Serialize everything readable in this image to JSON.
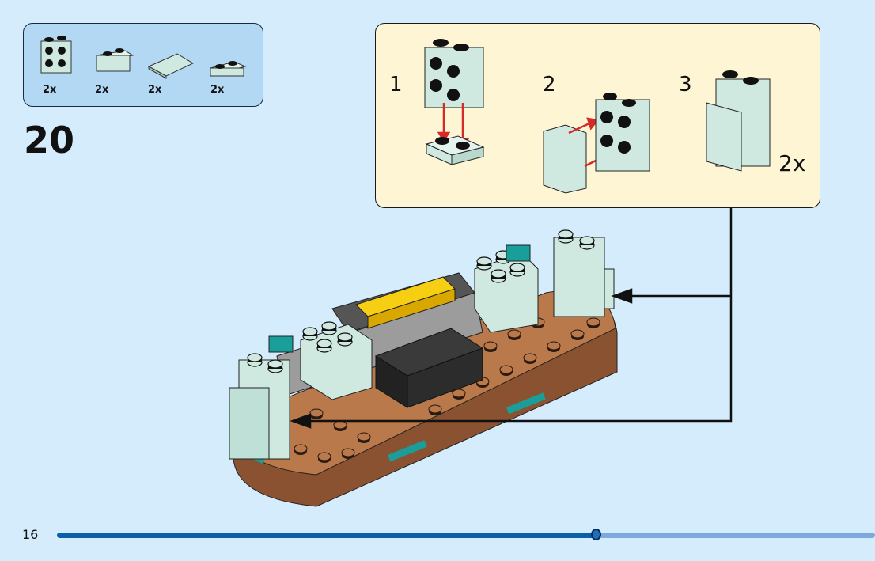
{
  "parts_list": {
    "items": [
      {
        "name": "brick-1x2x2-with-studs-on-side",
        "quantity": "2x"
      },
      {
        "name": "brick-1x2",
        "quantity": "2x"
      },
      {
        "name": "tile-2x2",
        "quantity": "2x"
      },
      {
        "name": "plate-1x2",
        "quantity": "2x"
      }
    ]
  },
  "step_number": "20",
  "sub_assembly": {
    "steps": [
      "1",
      "2",
      "3"
    ],
    "multiplier": "2x"
  },
  "footer": {
    "page_number": "16",
    "progress": 0.66
  },
  "colors": {
    "background": "#d4ecfb",
    "parts_box": "#b3d8f3",
    "callout": "#fdf5d3",
    "progress_fill": "#0b5fa8",
    "progress_track": "#7fa8dc",
    "brick_light_aqua": "#cfe9e0",
    "brick_brown": "#b9794a",
    "arrow_red": "#d42a2a"
  }
}
